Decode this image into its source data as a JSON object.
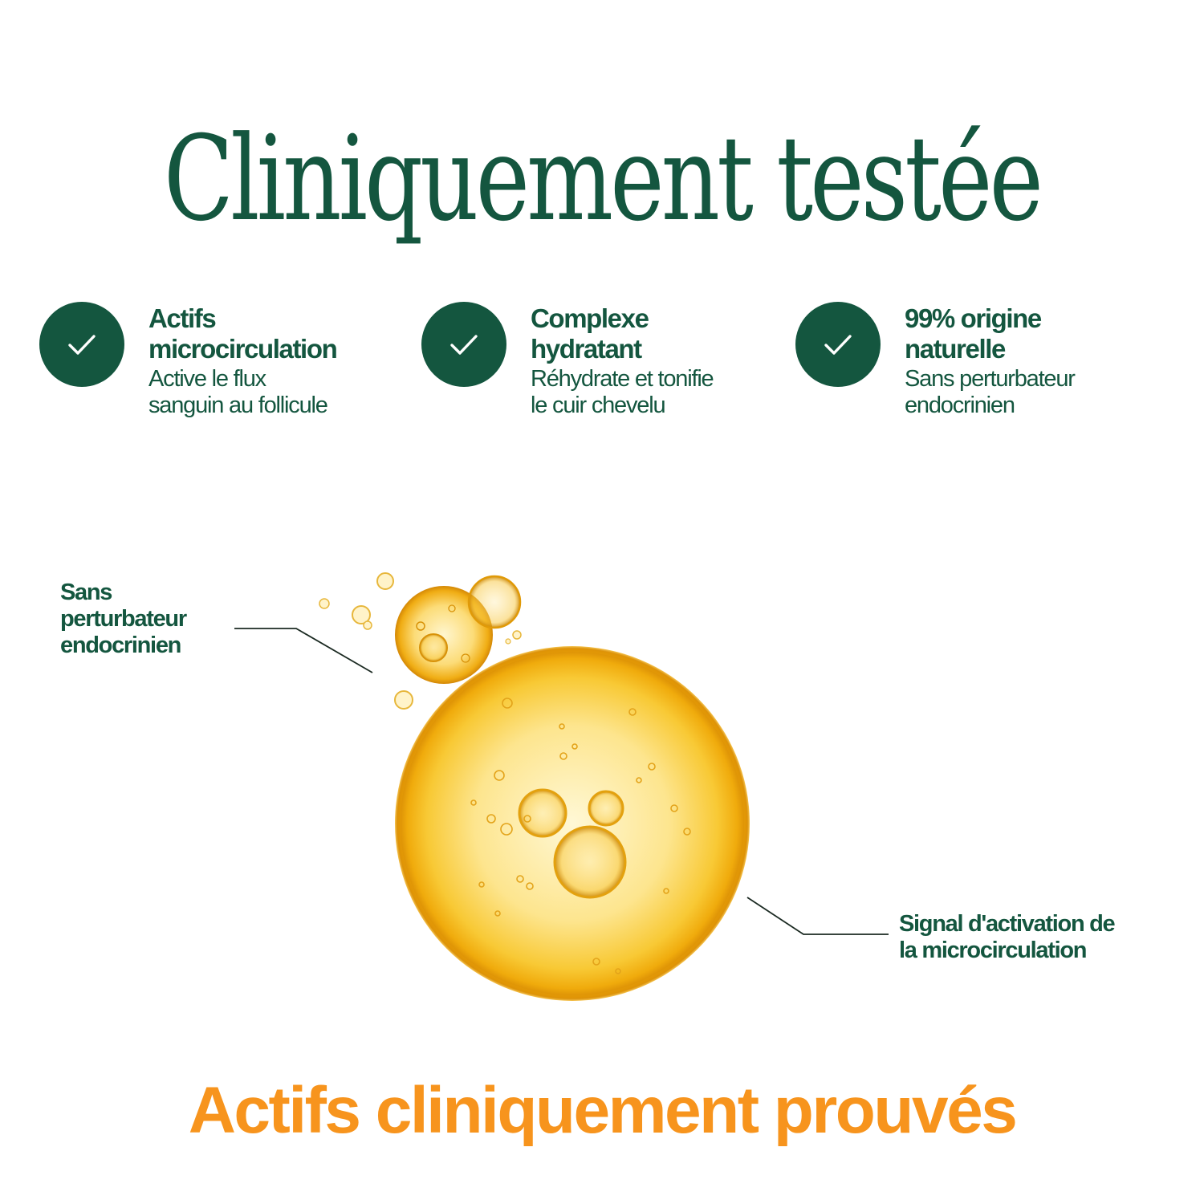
{
  "title": "Cliniquement testée",
  "features": [
    {
      "title": "Actifs\nmicrocirculation",
      "description": "Active le flux\nsanguin au follicule",
      "icon": "check-icon"
    },
    {
      "title": "Complexe\nhydratant",
      "description": "Réhydrate et tonifie\nle cuir chevelu",
      "icon": "check-icon"
    },
    {
      "title": "99% origine\nnaturelle",
      "description": "Sans perturbateur\nendocrinien",
      "icon": "check-icon"
    }
  ],
  "callouts": {
    "left": "Sans\nperturbateur\nendocrinien",
    "right": "Signal d'activation de\nla microcirculation"
  },
  "bottom_title": "Actifs cliniquement prouvés",
  "colors": {
    "brand_green": "#14563f",
    "accent_orange": "#f7941d",
    "oil_gold": "#f2b310"
  }
}
